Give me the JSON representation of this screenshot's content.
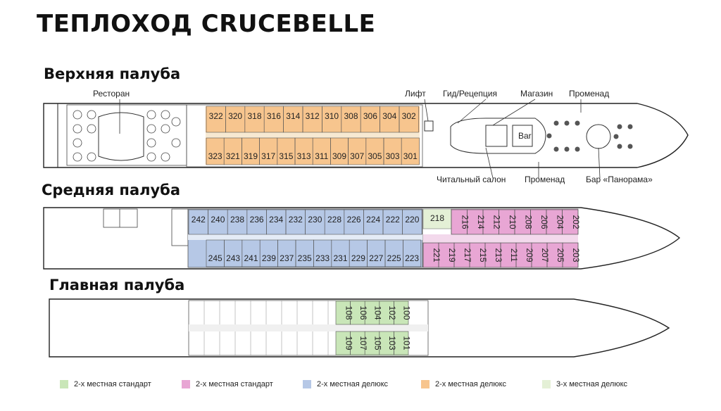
{
  "title": "ТЕПЛОХОД CRUCEBELLE",
  "decks": {
    "upper": {
      "title": "Верхняя палуба",
      "labels": {
        "restaurant": "Ресторан",
        "lift": "Лифт",
        "reception": "Гид/Рецепция",
        "shop": "Магазин",
        "promenade_top": "Променад",
        "reading": "Читальный салон",
        "promenade_bottom": "Променад",
        "bar": "Бар «Панорама»",
        "bar_sign": "Bar"
      },
      "top_row": [
        "322",
        "320",
        "318",
        "316",
        "314",
        "312",
        "310",
        "308",
        "306",
        "304",
        "302"
      ],
      "bottom_row": [
        "323",
        "321",
        "319",
        "317",
        "315",
        "313",
        "311",
        "309",
        "307",
        "305",
        "303",
        "301"
      ]
    },
    "middle": {
      "title": "Средняя палуба",
      "blue_top": [
        "242",
        "240",
        "238",
        "236",
        "234",
        "232",
        "230",
        "228",
        "226",
        "224",
        "222",
        "220"
      ],
      "blue_bottom": [
        "245",
        "243",
        "241",
        "239",
        "237",
        "235",
        "233",
        "231",
        "229",
        "227",
        "225",
        "223"
      ],
      "triple": "218",
      "pink_top": [
        "216",
        "214",
        "212",
        "210",
        "208",
        "206",
        "204",
        "202"
      ],
      "pink_bottom": [
        "221",
        "219",
        "217",
        "215",
        "213",
        "211",
        "209",
        "207",
        "205",
        "203"
      ]
    },
    "main": {
      "title": "Главная палуба",
      "green_top": [
        "108",
        "106",
        "104",
        "102",
        "100"
      ],
      "green_bottom": [
        "109",
        "107",
        "105",
        "103",
        "101"
      ]
    }
  },
  "legend": [
    {
      "label": "2-х местная стандарт",
      "color": "#c9e6b8"
    },
    {
      "label": "2-х местная стандарт",
      "color": "#e8a6d4"
    },
    {
      "label": "2-х местная делюкс",
      "color": "#b6c8e6"
    },
    {
      "label": "2-х местная делюкс",
      "color": "#f7c58e"
    },
    {
      "label": "3-х местная делюкс",
      "color": "#e4f0d6"
    }
  ],
  "colors": {
    "green": "#c9e6b8",
    "pink": "#e8a6d4",
    "blue": "#b6c8e6",
    "orange": "#f7c58e",
    "lightgreen": "#e4f0d6"
  }
}
